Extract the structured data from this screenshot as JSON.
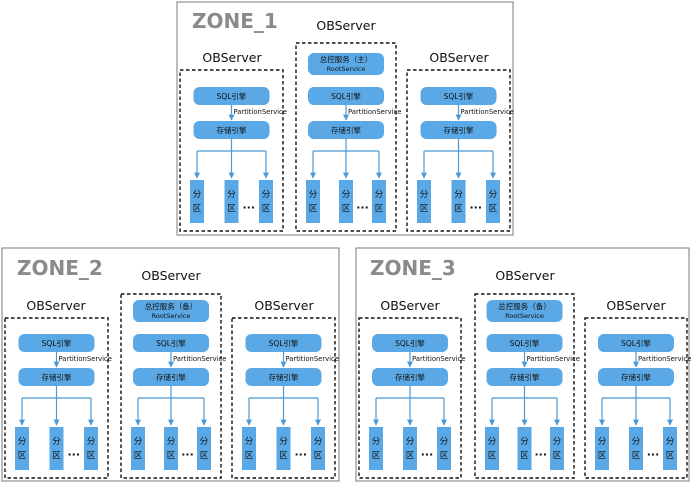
{
  "zones": [
    {
      "name": "ZONE_1",
      "servers": [
        {
          "title": "OBServer",
          "root": null
        },
        {
          "title": "OBServer",
          "root": {
            "line1": "总控服务（主）",
            "line2": "RootService"
          }
        },
        {
          "title": "OBServer",
          "root": null
        }
      ]
    },
    {
      "name": "ZONE_2",
      "servers": [
        {
          "title": "OBServer",
          "root": null
        },
        {
          "title": "OBServer",
          "root": {
            "line1": "总控服务（备）",
            "line2": "RootService"
          }
        },
        {
          "title": "OBServer",
          "root": null
        }
      ]
    },
    {
      "name": "ZONE_3",
      "servers": [
        {
          "title": "OBServer",
          "root": null
        },
        {
          "title": "OBServer",
          "root": {
            "line1": "总控服务（备）",
            "line2": "RootService"
          }
        },
        {
          "title": "OBServer",
          "root": null
        }
      ]
    }
  ],
  "labels": {
    "sql_engine": "SQL引擎",
    "partition_service": "PartitionService",
    "storage_engine": "存储引擎",
    "partition_line1": "分",
    "partition_line2": "区",
    "ellipsis": "···"
  },
  "colors": {
    "pill": "#5aa9e6",
    "arrow": "#4a9ad8",
    "zone_border": "#7a7a7a",
    "zone_label": "#8a8a8a",
    "server_border": "#111111"
  }
}
